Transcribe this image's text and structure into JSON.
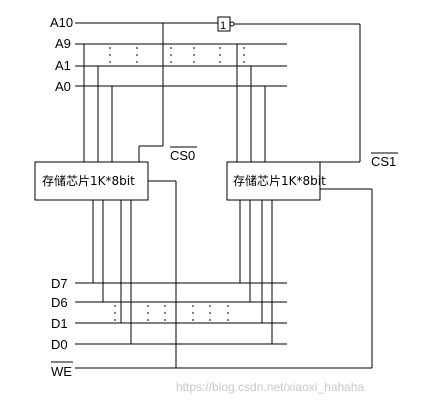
{
  "address_lines": [
    "A10",
    "A9",
    "A1",
    "A0"
  ],
  "data_lines": [
    "D7",
    "D6",
    "D1",
    "D0"
  ],
  "write_enable": "WE",
  "chip_select": {
    "cs0": "CS0",
    "cs1": "CS1"
  },
  "inverter": {
    "symbol": "1"
  },
  "chips": [
    {
      "label": "存储芯片1K*8bit"
    },
    {
      "label": "存储芯片1K*8bit"
    }
  ],
  "watermark": "https://blog.csdn.net/xiaoxi_hahaha"
}
